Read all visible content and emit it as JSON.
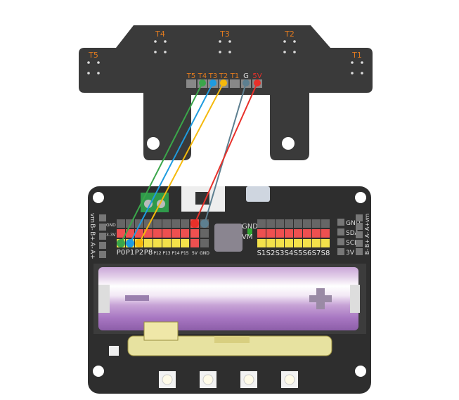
{
  "sensor_board": {
    "channel_labels": [
      "T5",
      "T4",
      "T3",
      "T2",
      "T1"
    ],
    "header_labels": [
      "T5",
      "T4",
      "T3",
      "T2",
      "T1",
      "G",
      "5V"
    ],
    "label_color": "#e07a1f",
    "ground_label_color": "#dddddd",
    "power_label_color": "#e8302a"
  },
  "expansion_board": {
    "left_side_labels": [
      "vm",
      "B-",
      "B+",
      "A-",
      "A+"
    ],
    "right_side_labels": [
      "GND",
      "SDA",
      "SCL",
      "3V"
    ],
    "right_edge_labels": [
      "B-",
      "B+",
      "A-",
      "A+",
      "vm"
    ],
    "row_labels": [
      "GND",
      "3.3V"
    ],
    "port_labels": [
      "P0",
      "P1",
      "P2",
      "P8",
      "P12",
      "P13",
      "P14",
      "P15"
    ],
    "power_labels": [
      "5V",
      "GND"
    ],
    "chip_labels": [
      "GND",
      "VM"
    ],
    "servo_labels": [
      "S1",
      "S2",
      "S3",
      "S4",
      "S5",
      "S6",
      "S7",
      "S8"
    ]
  },
  "wires": [
    {
      "from": "T4",
      "to": "P0",
      "color": "#3aa64a"
    },
    {
      "from": "T3",
      "to": "P1",
      "color": "#1e9be0"
    },
    {
      "from": "T2",
      "to": "P2",
      "color": "#f5b90c"
    },
    {
      "from": "G",
      "to": "GND",
      "color": "#5d7f90"
    },
    {
      "from": "5V",
      "to": "5V",
      "color": "#e8302a"
    }
  ]
}
